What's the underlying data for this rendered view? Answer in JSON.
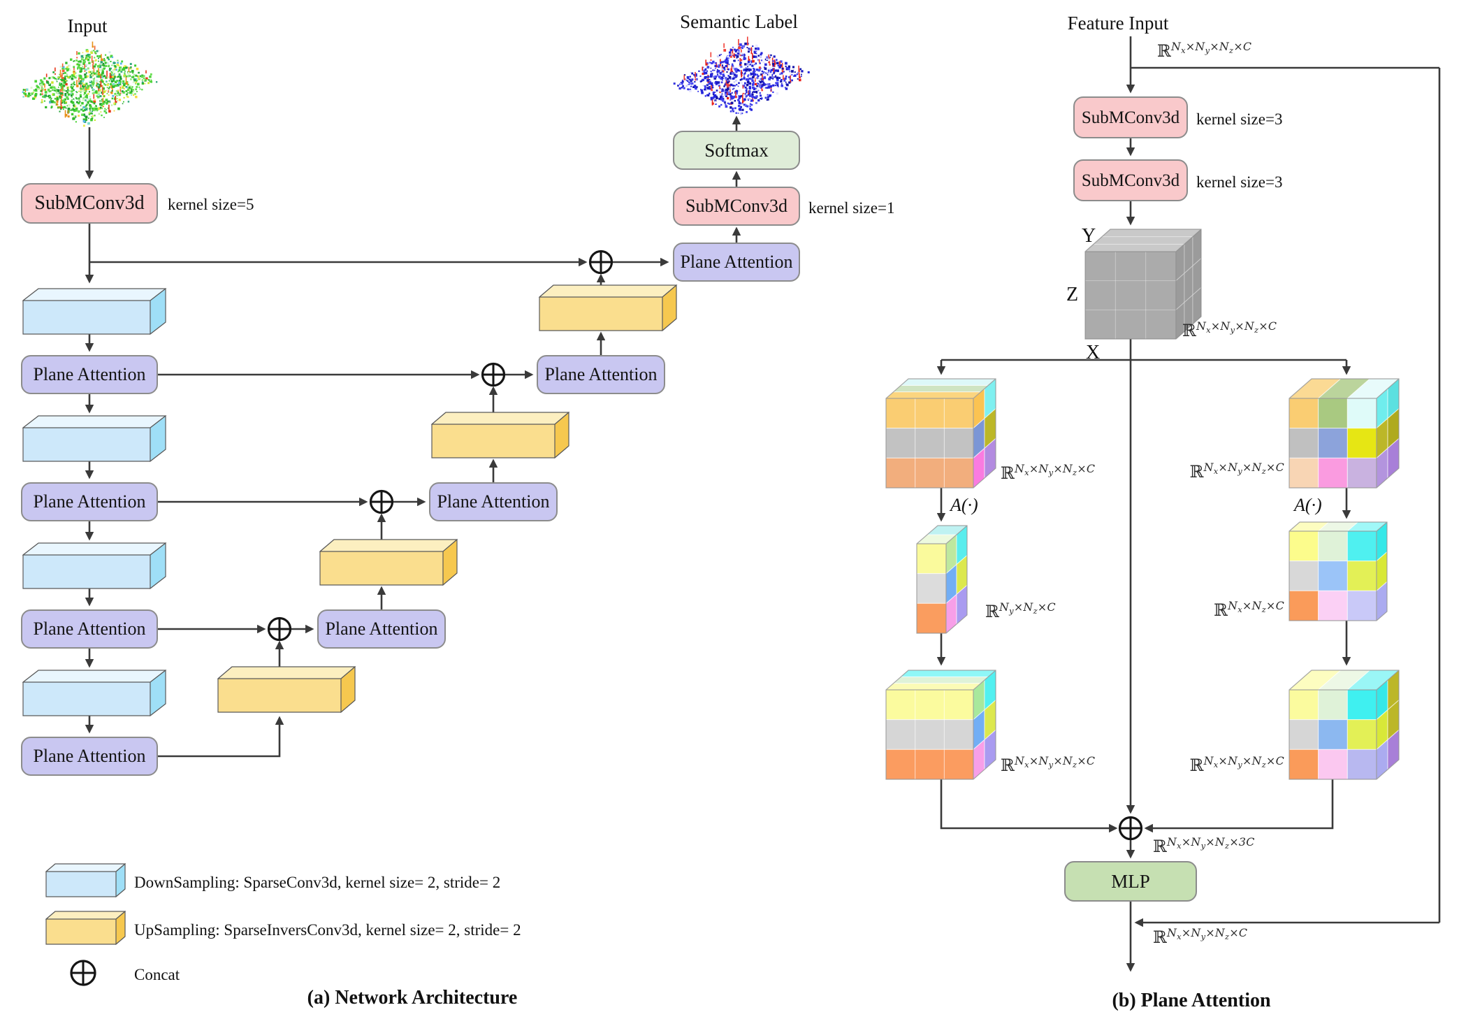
{
  "panel_a": {
    "caption": "(a) Network Architecture",
    "input_title": "Input",
    "semantic_title": "Semantic Label",
    "submconv_label": "SubMConv3d",
    "kernel_note_in": "kernel size=5",
    "kernel_note_out": "kernel size=1",
    "plane_attention_label": "Plane Attention",
    "softmax_label": "Softmax",
    "legend": {
      "downsampling": "DownSampling: SparseConv3d, kernel size= 2, stride= 2",
      "upsampling": "UpSampling: SparseInversConv3d, kernel size= 2, stride= 2",
      "concat": "Concat"
    }
  },
  "panel_b": {
    "caption": "(b) Plane Attention",
    "input_title": "Feature Input",
    "submconv_label": "SubMConv3d",
    "kernel_note": "kernel size=3",
    "mlp_label": "MLP",
    "attention_op": "A(·)",
    "axes": {
      "x": "X",
      "y": "Y",
      "z": "Z"
    },
    "math": {
      "full": "ℝ^N_x×N_y×N_z×C",
      "full_3c": "ℝ^N_x×N_y×N_z×3C",
      "yz": "ℝ^N_y×N_z×C",
      "xz": "ℝ^N_x×N_z×C"
    },
    "cubes": {
      "input_gray": {
        "front": "#ABABAB",
        "top": [
          "#C9C9C9",
          "#C9C9C9",
          "#C9C9C9"
        ],
        "side": [
          [
            "#9B9B9B",
            "#9B9B9B",
            "#9B9B9B"
          ],
          [
            "#9B9B9B",
            "#9B9B9B",
            "#9B9B9B"
          ],
          [
            "#9B9B9B",
            "#9B9B9B",
            "#9B9B9B"
          ]
        ]
      },
      "left_full": {
        "front_bands": [
          "#FACD72",
          "#C2C2C2",
          "#F2AE7D"
        ],
        "top": [
          "#FBD57F",
          "#CFE4C2",
          "#DDF8F8"
        ],
        "side": [
          [
            "#FBC352",
            "#7FF0F0"
          ],
          [
            "#7B96D6",
            "#BCB728"
          ],
          [
            "#FA7BE0",
            "#B38BE0"
          ]
        ]
      },
      "left_plane": {
        "front_bands": [
          "#FAFA9C",
          "#DCDCDC",
          "#FA9D5F"
        ],
        "top": [
          "#EDFADF",
          "#BFF2F2"
        ],
        "side": [
          [
            "#BEE89E",
            "#59EDED"
          ],
          [
            "#72AEF5",
            "#DCE84E"
          ],
          [
            "#F79FE8",
            "#A99BF0"
          ]
        ]
      },
      "left_expand": {
        "front_bands": [
          "#FBFB9E",
          "#D6D6D6",
          "#FB9C60"
        ],
        "top": [
          "#FBFBB6",
          "#DFF2D8",
          "#8FF7F7"
        ],
        "side": [
          [
            "#A8E89C",
            "#52F0F0"
          ],
          [
            "#72AEF5",
            "#DCE84E"
          ],
          [
            "#F79FE8",
            "#A99BF0"
          ]
        ]
      },
      "right_full": {
        "front_grid": [
          [
            "#FACD72",
            "#A9C981",
            "#DFFBF9"
          ],
          [
            "#C0C0C0",
            "#8CA3DB",
            "#E6E614"
          ],
          [
            "#F8D5B4",
            "#FA9BE0",
            "#C9B2E0"
          ]
        ],
        "top": [
          "#FBDA94",
          "#BBD49C",
          "#E8FBFB"
        ],
        "top_mode": "column",
        "side": [
          [
            "#6FEDED",
            "#5CE0E0"
          ],
          [
            "#BCB728",
            "#AFAA1E"
          ],
          [
            "#B394DE",
            "#A87FD8"
          ]
        ]
      },
      "right_plane": {
        "front_grid": [
          [
            "#FCFC8C",
            "#DFF2D8",
            "#4FF0F0"
          ],
          [
            "#D8D8D8",
            "#9BC4F8",
            "#E3F056"
          ],
          [
            "#FA9B5A",
            "#FBD0F5",
            "#C9C9F8"
          ]
        ],
        "top": [
          "#FDFDC0",
          "#EDF8E6",
          "#A0F8F8"
        ],
        "top_mode": "column",
        "side": [
          [
            "#35E8E8"
          ],
          [
            "#D8E838"
          ],
          [
            "#ABABF0"
          ]
        ]
      },
      "right_expand": {
        "front_grid": [
          [
            "#FBFB9E",
            "#DFF2D8",
            "#3FF0F0"
          ],
          [
            "#D6D6D6",
            "#8CB8F0",
            "#E3F056"
          ],
          [
            "#FA9B5A",
            "#FBC8F0",
            "#B8B8F0"
          ]
        ],
        "top": [
          "#FDFDC0",
          "#EDF8E6",
          "#9AF6F6"
        ],
        "top_mode": "column",
        "side": [
          [
            "#35E8E8",
            "#BCB728"
          ],
          [
            "#D8E838",
            "#BCB728"
          ],
          [
            "#ABABF0",
            "#A87FD8"
          ]
        ]
      }
    }
  },
  "colors": {
    "conv_box": "#F9C9CB",
    "attention_box": "#C9C7F1",
    "softmax_box": "#DFEDD8",
    "mlp_box": "#C6E0B2",
    "downsample_front": "#CDE8FA",
    "downsample_top": "#E9F6FE",
    "downsample_side": "#9FDFF7",
    "upsample_front": "#FADE8E",
    "upsample_top": "#FCEFC0",
    "upsample_side": "#F6C84F",
    "line": "#3A3A3A",
    "concat_symbol": "#151515",
    "cube_gray": "#ABABAB"
  }
}
